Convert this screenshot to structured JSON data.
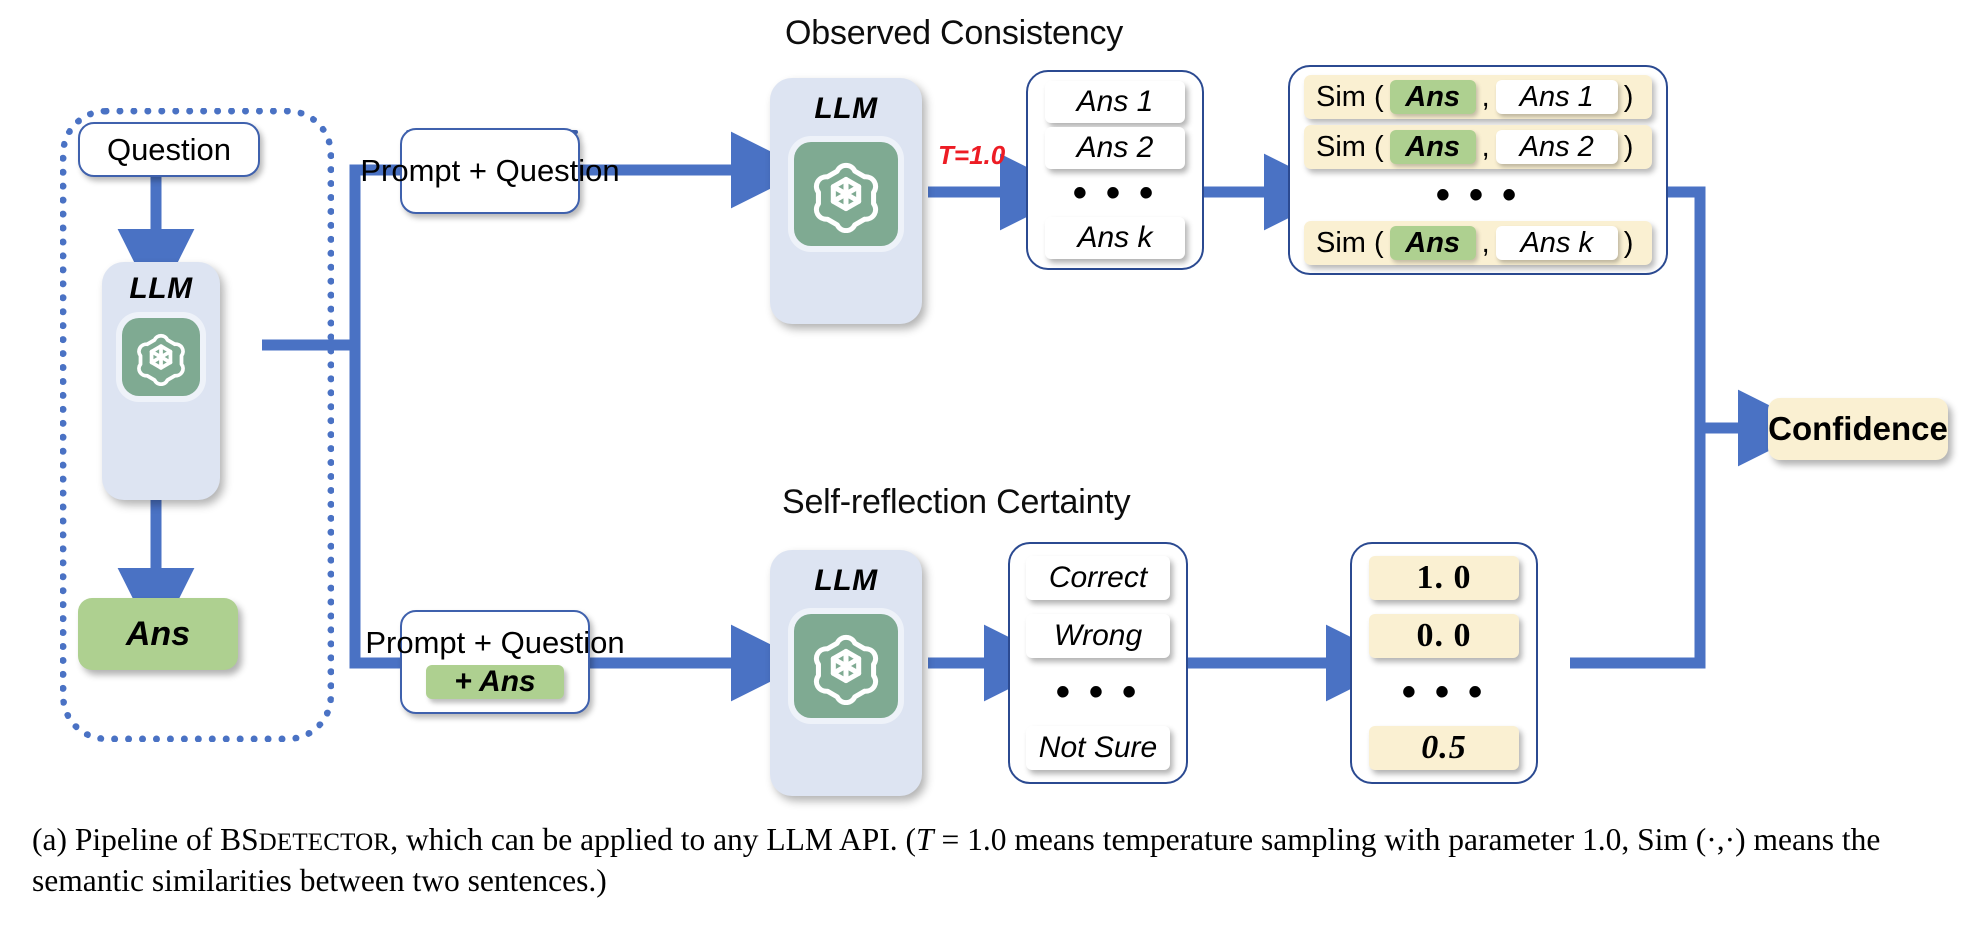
{
  "figure": {
    "sections": {
      "observed_consistency": "Observed Consistency",
      "self_reflection": "Self-reflection Certainty"
    },
    "left_group": {
      "question_label": "Question",
      "llm_label": "LLM",
      "llm_logo_icon": "openai-logo-icon",
      "answer_label": "Ans"
    },
    "top_branch": {
      "prompt_box_label": "Prompt + Question",
      "llm_label": "LLM",
      "llm_logo_icon": "openai-logo-icon",
      "temperature_label": "T=1.0",
      "answers": [
        "Ans 1",
        "Ans 2",
        "Ans k"
      ],
      "answers_ellipsis": "• • •",
      "sim_rows": [
        {
          "prefix": "Sim (",
          "left": "Ans",
          "comma": ",",
          "right": "Ans 1",
          "suffix": ")"
        },
        {
          "prefix": "Sim (",
          "left": "Ans",
          "comma": ",",
          "right": "Ans 2",
          "suffix": ")"
        },
        {
          "prefix": "Sim (",
          "left": "Ans",
          "comma": ",",
          "right": "Ans k",
          "suffix": ")"
        }
      ],
      "sim_ellipsis": "• • •"
    },
    "bottom_branch": {
      "prompt_box_line1": "Prompt +  Question",
      "prompt_box_ans_chip": "+ Ans",
      "llm_label": "LLM",
      "llm_logo_icon": "openai-logo-icon",
      "verdicts": [
        "Correct",
        "Wrong",
        "Not Sure"
      ],
      "verdicts_ellipsis": "• • •",
      "scores": [
        "1. 0",
        "0. 0",
        "0.5"
      ],
      "scores_ellipsis": "• • •"
    },
    "output": {
      "confidence_label": "Confidence"
    },
    "caption": {
      "part1": "(a) Pipeline of ",
      "brand_big": "BS",
      "brand_small": "DETECTOR",
      "part2": ", which can be applied to any LLM API. (",
      "math_t": "T",
      "math_eq": " = 1.0",
      "part3": " means temperature sampling with parameter 1.0, Sim (·,·) means the semantic similarities between two sentences.)"
    },
    "colors": {
      "arrow_blue": "#4a72c4",
      "panel_blue": "#dde4f2",
      "border_blue": "#3f61ad",
      "green": "#aed090",
      "logo_green": "#7faa92",
      "cream": "#faf0d2",
      "red": "#ed1c24"
    }
  }
}
